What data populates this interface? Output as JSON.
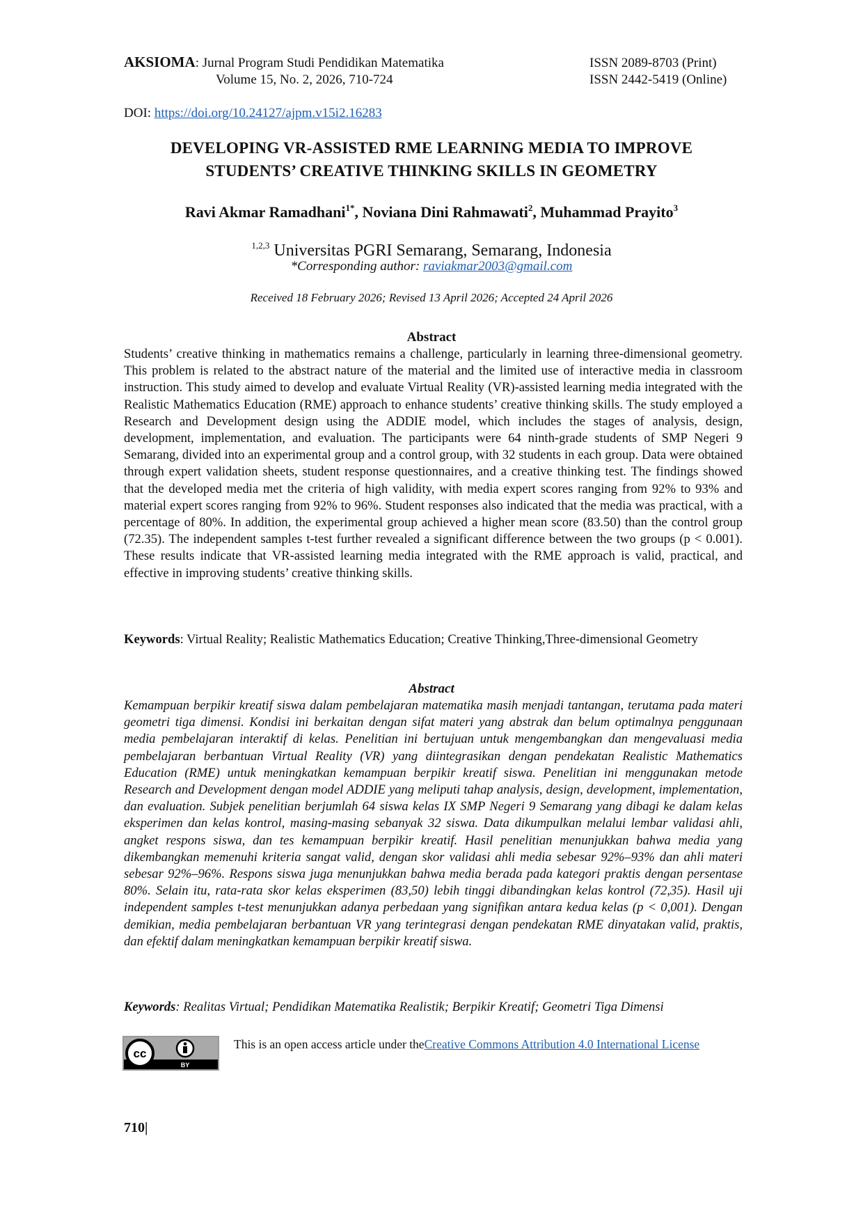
{
  "header": {
    "journal_name": "AKSIOMA",
    "journal_subtitle": ": Jurnal Program Studi Pendidikan Matematika",
    "volume": "Volume 15, No. 2, 2026, 710-724",
    "issn_print": "ISSN 2089-8703 (Print)",
    "issn_online": "ISSN 2442-5419 (Online)"
  },
  "doi": {
    "label": "DOI: ",
    "link": "https://doi.org/10.24127/ajpm.v15i2.16283"
  },
  "title": {
    "line1": "DEVELOPING VR-ASSISTED RME LEARNING MEDIA TO IMPROVE",
    "line2": "STUDENTS’ CREATIVE THINKING SKILLS IN GEOMETRY"
  },
  "authors": [
    {
      "name": "Ravi Akmar Ramadhani",
      "sup": "1*",
      "sep": ", "
    },
    {
      "name": "Noviana Dini Rahmawati",
      "sup": "2",
      "sep": ", "
    },
    {
      "name": "Muhammad Prayito",
      "sup": "3",
      "sep": ""
    }
  ],
  "affiliation": {
    "sup": "1,2,3",
    "text": " Universitas PGRI Semarang, Semarang, Indonesia"
  },
  "corresponding": {
    "label": "*Corresponding author: ",
    "email": "raviakmar2003@gmail.com"
  },
  "dates": "Received 18 February 2026; Revised 13 April 2026; Accepted 24 April 2026",
  "abstract_en": {
    "heading": "Abstract",
    "text": "Students’ creative thinking in mathematics remains a challenge, particularly in learning three-dimensional geometry. This problem is related to the abstract nature of the material and the limited use of interactive media in classroom instruction. This study aimed to develop and evaluate Virtual Reality (VR)-assisted learning media integrated with the Realistic Mathematics Education (RME) approach to enhance students’ creative thinking skills. The study employed a Research and Development design using the ADDIE model, which includes the stages of analysis, design, development, implementation, and evaluation. The participants were 64 ninth-grade students of SMP Negeri 9 Semarang, divided into an experimental group and a control group, with 32 students in each group. Data were obtained through expert validation sheets, student response questionnaires, and a creative thinking test. The findings showed that the developed media met the criteria of high validity, with media expert scores ranging from 92% to 93% and material expert scores ranging from 92% to 96%. Student responses also indicated that the media was practical, with a percentage of 80%. In addition, the experimental group achieved a higher mean score (83.50) than the control group (72.35). The independent samples t-test further revealed a significant difference between the two groups (p < 0.001). These results indicate that VR-assisted learning media integrated with the RME approach is valid, practical, and effective in improving students’ creative thinking skills.",
    "keywords_label": "Keywords",
    "keywords": ": Virtual Reality; Realistic Mathematics Education; Creative Thinking,Three-dimensional Geometry"
  },
  "abstract_id": {
    "heading": "Abstract",
    "text": "Kemampuan berpikir kreatif siswa dalam pembelajaran matematika masih menjadi tantangan, terutama pada materi geometri tiga dimensi. Kondisi ini berkaitan dengan sifat materi yang abstrak dan belum optimalnya penggunaan media pembelajaran interaktif di kelas. Penelitian ini bertujuan untuk mengembangkan dan mengevaluasi media pembelajaran berbantuan Virtual Reality (VR) yang diintegrasikan dengan pendekatan Realistic Mathematics Education (RME) untuk meningkatkan kemampuan berpikir kreatif siswa. Penelitian ini menggunakan metode Research and Development dengan model ADDIE yang meliputi tahap analysis, design, development, implementation, dan evaluation. Subjek penelitian berjumlah 64 siswa kelas IX SMP Negeri 9 Semarang yang dibagi ke dalam kelas eksperimen dan kelas kontrol, masing-masing sebanyak 32 siswa. Data dikumpulkan melalui lembar validasi ahli, angket respons siswa, dan tes kemampuan berpikir kreatif. Hasil penelitian menunjukkan bahwa media yang dikembangkan memenuhi kriteria sangat valid, dengan skor validasi ahli media sebesar 92%–93% dan ahli materi sebesar 92%–96%. Respons siswa juga menunjukkan bahwa media berada pada kategori praktis dengan persentase 80%. Selain itu, rata-rata skor kelas eksperimen (83,50) lebih tinggi dibandingkan kelas kontrol (72,35). Hasil uji independent samples t-test menunjukkan adanya perbedaan yang signifikan antara kedua kelas (p < 0,001). Dengan demikian, media pembelajaran berbantuan VR yang terintegrasi dengan pendekatan RME dinyatakan valid, praktis, dan efektif dalam meningkatkan kemampuan berpikir kreatif siswa.",
    "keywords_label": "Keywords",
    "keywords": ": Realitas Virtual; Pendidikan Matematika Realistik; Berpikir Kreatif; Geometri Tiga Dimensi"
  },
  "license": {
    "text": "This is an open access article under the",
    "link": "Creative Commons Attribution 4.0 International License",
    "badge_by": "BY"
  },
  "page_number": "710|"
}
